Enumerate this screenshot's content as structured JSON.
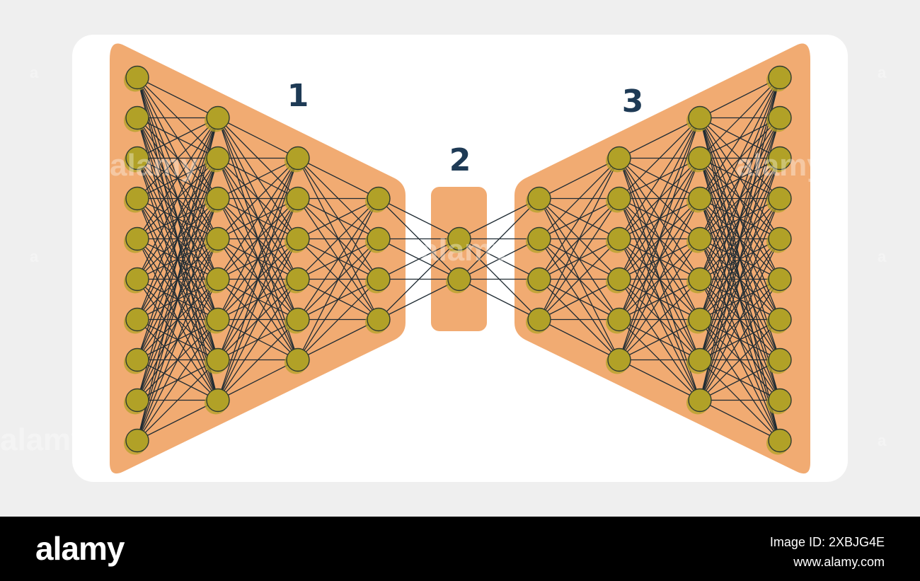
{
  "colors": {
    "panel": "#f1ab72",
    "node_fill": "#b1a127",
    "node_stroke": "#2f3b2f",
    "edge": "#1f2b33",
    "label": "#1e3a55",
    "card": "#ffffff",
    "page": "#efefef"
  },
  "diagram": {
    "sections": [
      {
        "id": "encoder",
        "label": "1"
      },
      {
        "id": "bottleneck",
        "label": "2"
      },
      {
        "id": "decoder",
        "label": "3"
      }
    ],
    "layers": [
      10,
      8,
      6,
      4,
      2,
      4,
      6,
      8,
      10
    ]
  },
  "watermark": {
    "text": "alamy",
    "small": "a"
  },
  "footer": {
    "logo": "alamy",
    "image_id": "Image ID: 2XBJG4E",
    "site": "www.alamy.com"
  }
}
